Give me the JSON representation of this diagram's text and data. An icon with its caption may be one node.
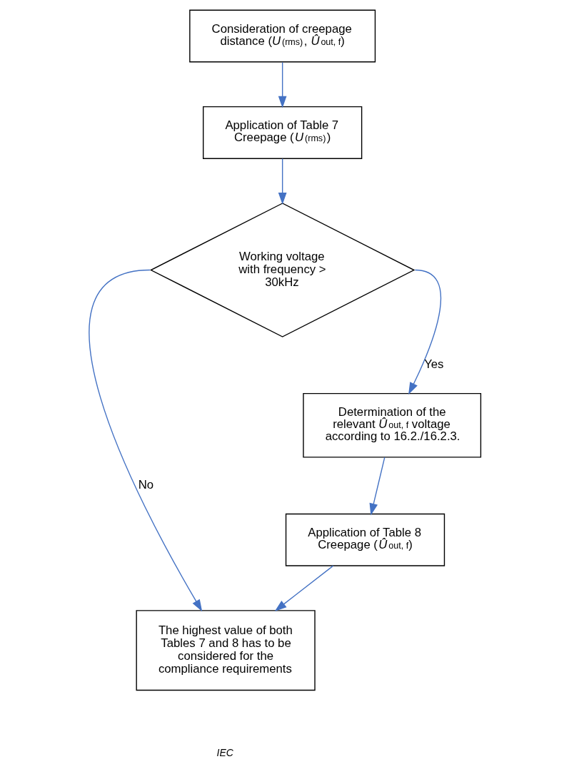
{
  "diagram": {
    "nodes": [
      {
        "text": [
          "Consideration of creepage distance (*U*$_{(rms)}$, *Û*$_{out, f}$)"
        ]
      },
      {
        "text": [
          "Application of Table 7 Creepage (*U*$_{(rms)}$)"
        ]
      },
      {
        "text": [
          "Working voltage with frequency > 30kHz"
        ]
      },
      {
        "text": [
          "Determination of the relevant *Û*$_{out, f}$ voltage according to 16.2./16.2.3."
        ]
      },
      {
        "text": [
          "Application of Table 8 Creepage (*Û*$_{out, f}$)"
        ]
      },
      {
        "text": [
          "The highest value of both Tables 7 and 8 has to be considered for the compliance requirements"
        ]
      }
    ],
    "edges": [
      {
        "from": 0,
        "to": 1,
        "arrow": "to"
      },
      {
        "from": 1,
        "to": 2,
        "arrow": "to"
      },
      {
        "from": 2,
        "to": 3,
        "arrow": "to",
        "label": "Yes"
      },
      {
        "from": 3,
        "to": 4,
        "arrow": "to"
      },
      {
        "from": 4,
        "to": 5,
        "arrow": "to"
      },
      {
        "from": 2,
        "to": 5,
        "arrow": "to",
        "label": "No"
      }
    ],
    "labels": [
      "IEC"
    ]
  }
}
